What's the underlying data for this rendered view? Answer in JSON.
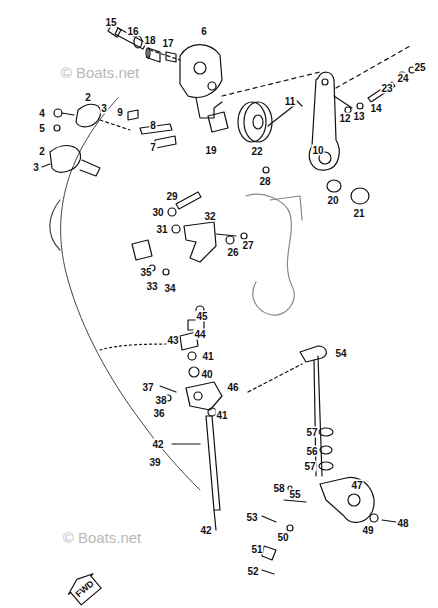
{
  "diagram": {
    "nodes": [
      {
        "text": [
          "FWD"
        ]
      }
    ],
    "labels": [
      "15",
      "16",
      "18",
      "17",
      "6",
      "23",
      "24",
      "25",
      "4",
      "2",
      "3",
      "5",
      "9",
      "8",
      "7",
      "19",
      "11",
      "12",
      "13",
      "14",
      "22",
      "10",
      "20",
      "21",
      "2",
      "3",
      "28",
      "29",
      "30",
      "31",
      "32",
      "27",
      "26",
      "35",
      "33",
      "34",
      "45",
      "44",
      "43",
      "41",
      "40",
      "54",
      "37",
      "38",
      "36",
      "46",
      "41",
      "42",
      "39",
      "42",
      "57",
      "56",
      "57",
      "58",
      "55",
      "47",
      "49",
      "48",
      "53",
      "50",
      "51",
      "52",
      "© Boats.net",
      "© Boats.net"
    ]
  }
}
